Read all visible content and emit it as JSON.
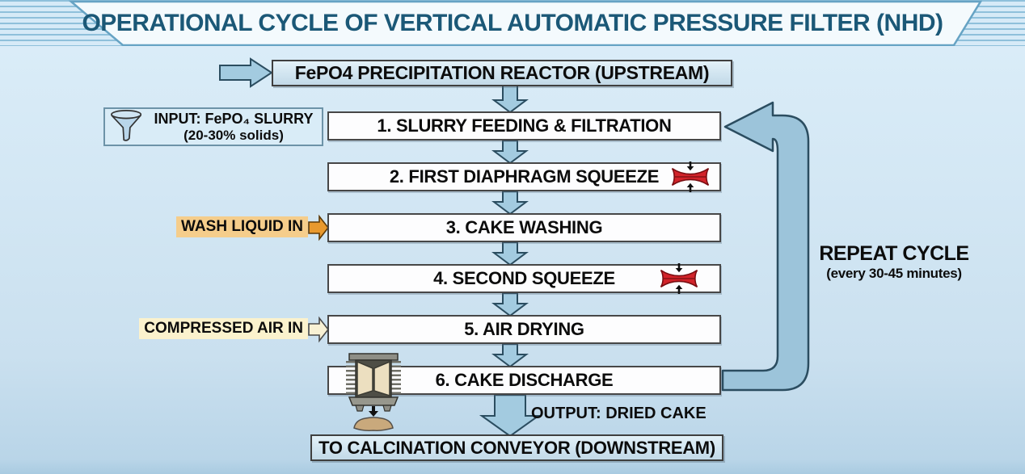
{
  "title": "OPERATIONAL CYCLE OF VERTICAL AUTOMATIC PRESSURE FILTER (NHD)",
  "upstream_box": {
    "label": "FePO4 PRECIPITATION REACTOR (UPSTREAM)"
  },
  "steps": [
    {
      "label": "1. SLURRY FEEDING & FILTRATION",
      "icon": "none"
    },
    {
      "label": "2. FIRST DIAPHRAGM SQUEEZE",
      "icon": "diaphragm-squeeze-icon"
    },
    {
      "label": "3. CAKE WASHING",
      "icon": "none"
    },
    {
      "label": "4. SECOND SQUEEZE",
      "icon": "diaphragm-squeeze-icon"
    },
    {
      "label": "5. AIR DRYING",
      "icon": "none"
    },
    {
      "label": "6. CAKE DISCHARGE",
      "icon": "cake-discharge-icon"
    }
  ],
  "downstream_box": {
    "label": "TO CALCINATION CONVEYOR (DOWNSTREAM)"
  },
  "input_label": {
    "line1": "INPUT: FePO₄ SLURRY",
    "line2": "(20-30% solids)",
    "icon": "funnel-icon"
  },
  "wash_label": {
    "text": "WASH LIQUID IN",
    "icon": "orange-right-arrow-icon"
  },
  "air_label": {
    "text": "COMPRESSED AIR IN",
    "icon": "pale-right-arrow-icon"
  },
  "repeat_label": {
    "line1": "REPEAT CYCLE",
    "line2": "(every 30-45 minutes)"
  },
  "output_label": {
    "text": "OUTPUT: DRIED CAKE"
  },
  "colors": {
    "title_text": "#1b5877",
    "banner_fill": "#f4fafd",
    "banner_stroke": "#66a3c4",
    "stripe_line": "#8fc0db",
    "flow_arrow_fill": "#a3cbe0",
    "flow_arrow_stroke": "#2b4d60",
    "repeat_arrow_fill": "#9cc4da",
    "box_border": "#3f3f3f",
    "step_bg": "#fdfdfe",
    "tinted_box_bg": "#cfe3ef",
    "input_box_bg": "#d9ecf7",
    "wash_highlight": "#f5cd8b",
    "wash_arrow": "#e8992e",
    "air_highlight": "#fbf2cd",
    "air_arrow": "#f8f1d4",
    "squeeze_red": "#d2232a",
    "cake_tan": "#c9a97c"
  }
}
